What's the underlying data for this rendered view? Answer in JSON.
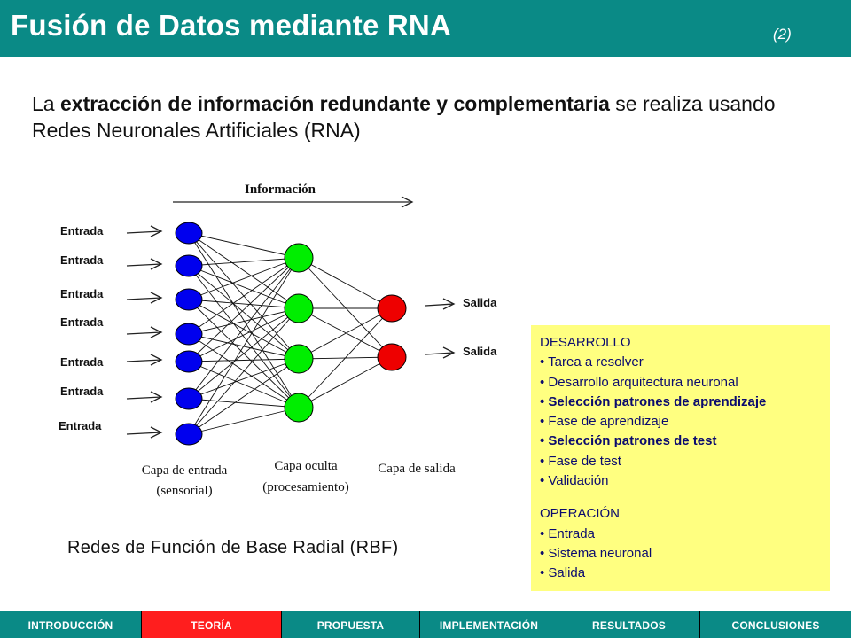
{
  "header": {
    "title": "Fusión de Datos mediante RNA",
    "slide_number": "(2)"
  },
  "intro": {
    "part1": "La ",
    "bold": "extracción de información redundante y complementaria",
    "part2": " se realiza usando Redes Neuronales Artificiales (RNA)"
  },
  "diagram": {
    "info_label": "Información",
    "input_labels": [
      "Entrada",
      "Entrada",
      "Entrada",
      "Entrada",
      "Entrada",
      "Entrada",
      "Entrada"
    ],
    "output_labels": [
      "Salida",
      "Salida"
    ],
    "layer_input_1": "Capa de entrada",
    "layer_input_2": "(sensorial)",
    "layer_hidden_1": "Capa oculta",
    "layer_hidden_2": "(procesamiento)",
    "layer_output": "Capa de salida",
    "colors": {
      "input_node": "#0000ee",
      "hidden_node": "#00ee00",
      "output_node": "#ee0000"
    }
  },
  "caption": "Redes de Función de Base Radial (RBF)",
  "info_box": {
    "dev_title": "DESARROLLO",
    "dev_items": [
      {
        "text": "• Tarea a resolver",
        "bold": false
      },
      {
        "text": "• Desarrollo arquitectura neuronal",
        "bold": false
      },
      {
        "text": "• Selección patrones de aprendizaje",
        "bold": true
      },
      {
        "text": "• Fase de aprendizaje",
        "bold": false
      },
      {
        "text": "• Selección patrones de test",
        "bold": true
      },
      {
        "text": "• Fase de test",
        "bold": false
      },
      {
        "text": "• Validación",
        "bold": false
      }
    ],
    "op_title": "OPERACIÓN",
    "op_items": [
      {
        "text": "• Entrada",
        "bold": false
      },
      {
        "text": "• Sistema neuronal",
        "bold": false
      },
      {
        "text": "• Salida",
        "bold": false
      }
    ],
    "background": "#ffff80",
    "text_color": "#0b0b6e"
  },
  "navbar": {
    "tabs": [
      {
        "label": "INTRODUCCIÓN",
        "active": false
      },
      {
        "label": "TEORÍA",
        "active": true
      },
      {
        "label": "PROPUESTA",
        "active": false
      },
      {
        "label": "IMPLEMENTACIÓN",
        "active": false
      },
      {
        "label": "RESULTADOS",
        "active": false
      },
      {
        "label": "CONCLUSIONES",
        "active": false
      }
    ],
    "color": "#0a8a86",
    "active_color": "#ff1e1e"
  }
}
